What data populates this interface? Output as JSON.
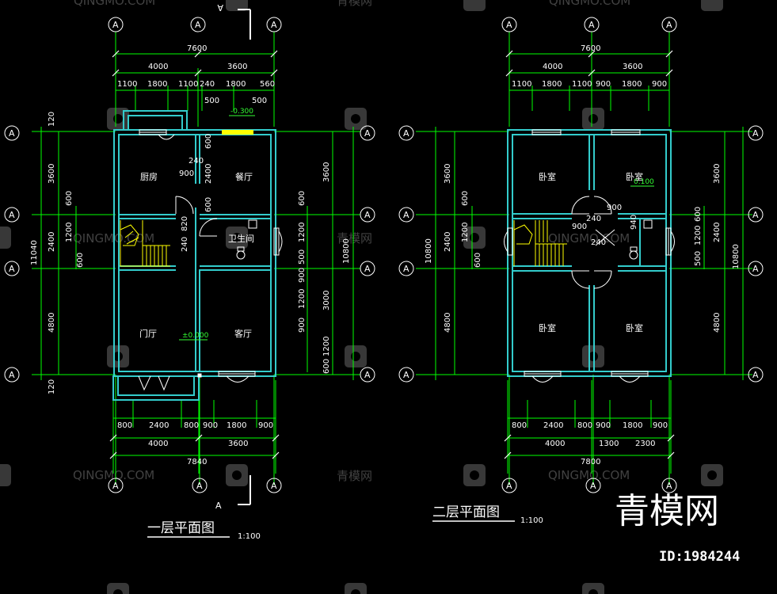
{
  "plans": {
    "first_floor": {
      "title": "一层平面图",
      "scale": "1:100",
      "section_mark": "A",
      "top_dims": {
        "overall": "7600",
        "sub": [
          "4000",
          "3600"
        ],
        "detail": [
          "1100",
          "1800",
          "1100",
          "240",
          "1800",
          "560"
        ],
        "small": [
          "500",
          "500"
        ],
        "step_level": "-0.300"
      },
      "bottom_dims": {
        "detail": [
          "800",
          "2400",
          "800",
          "900",
          "1800",
          "900"
        ],
        "sub": [
          "4000",
          "3600"
        ],
        "overall": "7840"
      },
      "left_dims": {
        "outer": [
          "120",
          "3600",
          "2400",
          "4800",
          "120"
        ],
        "overall": "11040",
        "inner": [
          "600",
          "1200",
          "600"
        ]
      },
      "right_dims": {
        "outer": [
          "3600",
          "600",
          "1200",
          "500",
          "900",
          "1200",
          "3000",
          "900",
          "1200",
          "600"
        ],
        "overall": "10800"
      },
      "inner_dims": [
        "240",
        "900",
        "2400",
        "600",
        "820",
        "600",
        "240"
      ],
      "rooms": {
        "kitchen": "厨房",
        "dining": "餐厅",
        "bath": "卫生间",
        "hall": "门厅",
        "living": "客厅"
      },
      "floor_level": "±0.000"
    },
    "second_floor": {
      "title": "二层平面图",
      "scale": "1:100",
      "top_dims": {
        "overall": "7600",
        "sub": [
          "4000",
          "3600"
        ],
        "detail": [
          "1100",
          "1800",
          "1100",
          "900",
          "1800",
          "900"
        ]
      },
      "bottom_dims": {
        "detail": [
          "800",
          "2400",
          "800",
          "900",
          "1800",
          "900"
        ],
        "sub": [
          "4000",
          "1300",
          "2300"
        ],
        "overall": "7800"
      },
      "left_dims": {
        "outer": [
          "3600",
          "2400",
          "4800"
        ],
        "overall": "10800",
        "inner": [
          "600",
          "1200",
          "600"
        ]
      },
      "right_dims": {
        "outer": [
          "3600",
          "2400",
          "4800"
        ],
        "overall": "10800",
        "inner": [
          "600",
          "1200",
          "500"
        ]
      },
      "inner_dims": [
        "900",
        "240",
        "900",
        "940",
        "240"
      ],
      "rooms": {
        "bed_nw": "卧室",
        "bed_ne": "卧室",
        "bed_sw": "卧室",
        "bed_se": "卧室"
      },
      "level": "0.100"
    }
  },
  "axis_label": "A",
  "watermark": {
    "brand": "QINGMO.COM",
    "cn": "青模网",
    "big": "青模网",
    "id": "ID:1984244"
  },
  "colors": {
    "background": "#000000",
    "wall": "#33cccc",
    "dim": "#00ff00",
    "text": "#ffffff",
    "stair": "#ffff00",
    "red": "#ff3333"
  }
}
